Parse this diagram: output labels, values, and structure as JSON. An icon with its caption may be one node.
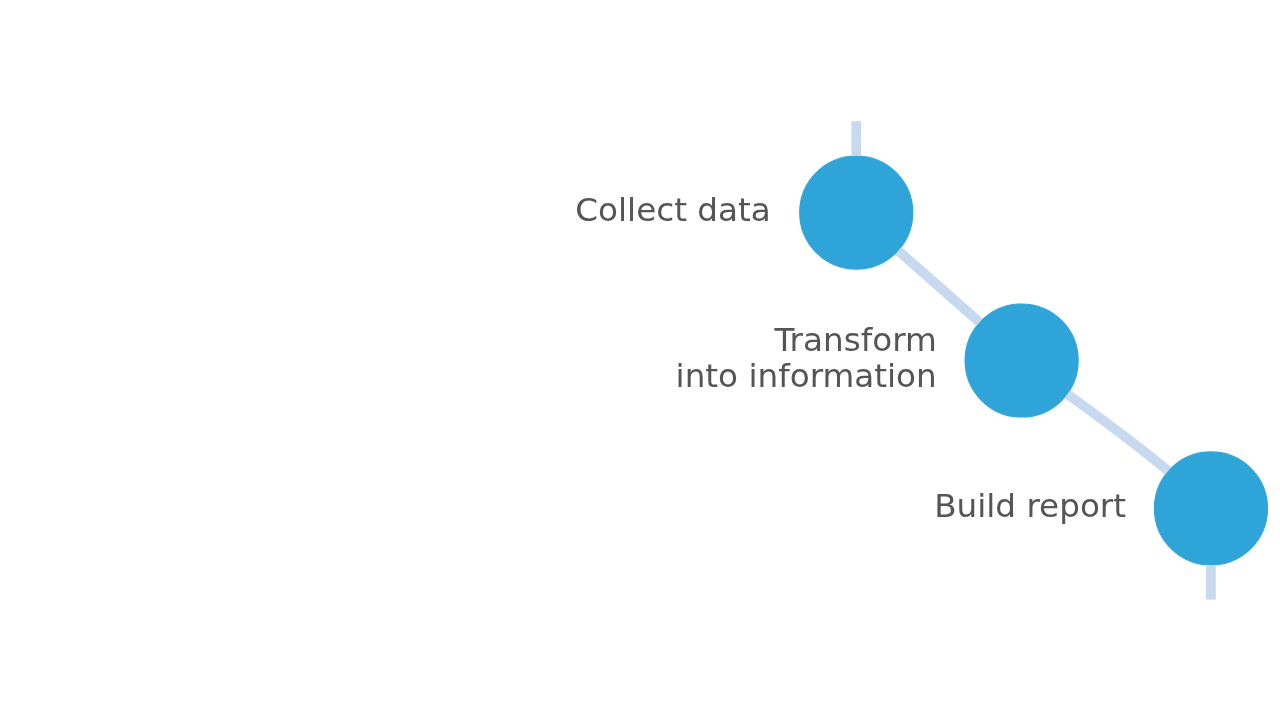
{
  "diagram": {
    "nodes": [
      {
        "text": [],
        "shape": "circle",
        "beside": [
          "Collect data"
        ]
      },
      {
        "text": [],
        "shape": "circle",
        "beside": [
          "Transform into information"
        ]
      },
      {
        "text": [],
        "shape": "circle",
        "beside": [
          "Build report"
        ]
      }
    ],
    "edges": [
      {
        "from": null,
        "to": 0,
        "arrow": "none"
      },
      {
        "from": 0,
        "to": 1,
        "arrow": "none"
      },
      {
        "from": 1,
        "to": 2,
        "arrow": "none"
      },
      {
        "from": 2,
        "to": null,
        "arrow": "none"
      }
    ]
  }
}
